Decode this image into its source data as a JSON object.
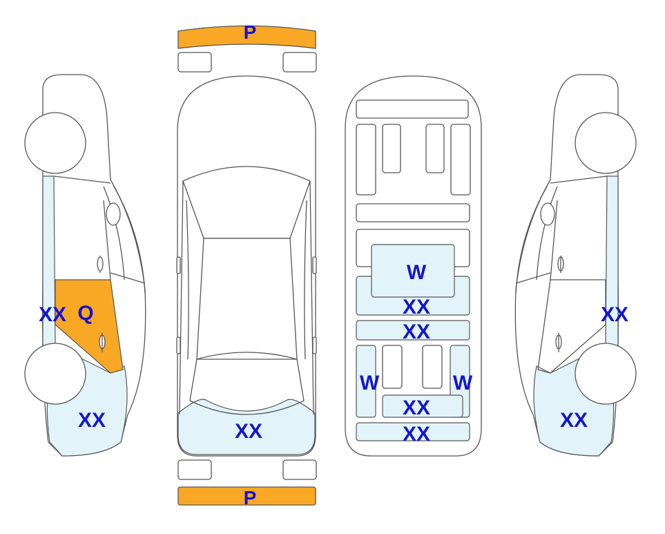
{
  "colors": {
    "damage_light": "#e2f4fa",
    "damage_orange": "#f9a825",
    "label_text": "#1515cf",
    "outline": "#555555"
  },
  "labels": {
    "front_bumper": "P",
    "rear_bumper": "P",
    "left_side_door": "XX",
    "left_side_door_code": "Q",
    "left_rear_quarter": "XX",
    "top_rear": "XX",
    "interior_w_center": "W",
    "interior_xx_1": "XX",
    "interior_xx_2": "XX",
    "interior_w_left": "W",
    "interior_w_right": "W",
    "interior_xx_3": "XX",
    "interior_xx_4": "XX",
    "right_side_door": "XX",
    "right_rear_quarter": "XX"
  }
}
